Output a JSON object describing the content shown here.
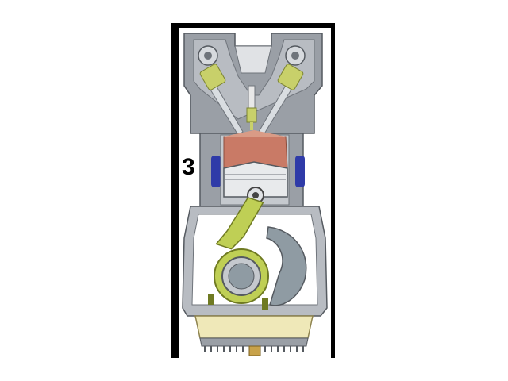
{
  "diagram": {
    "stroke_label": "3",
    "colors": {
      "frame": "#000000",
      "block": "#9a9fa6",
      "block_light": "#c5c9ce",
      "block_dark": "#6f747b",
      "combustion_chamber": "#c97a66",
      "piston": "#b8bcc2",
      "coolant_jacket": "#2f3ba8",
      "connecting_rod": "#bfcf55",
      "crank_counterweight": "#8f9ba3",
      "oil_sump": "#efe8b8",
      "valve_spring": "#c8d06a"
    },
    "parts": [
      "intake-valve",
      "exhaust-valve",
      "spark-plug",
      "piston",
      "connecting-rod",
      "crankshaft",
      "oil-sump"
    ]
  }
}
